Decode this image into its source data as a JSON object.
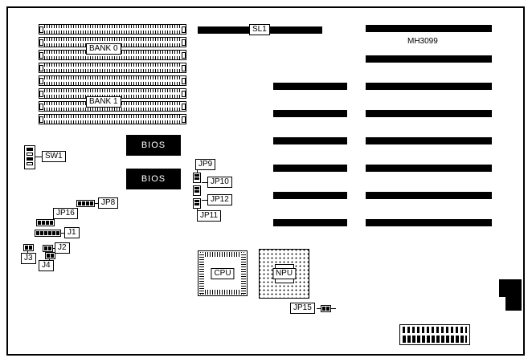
{
  "diagram": {
    "model": "MH3099",
    "labels": {
      "bank0": "BANK 0",
      "bank1": "BANK 1",
      "sl1": "SL1",
      "bios1": "BIOS",
      "bios2": "BIOS",
      "sw1": "SW1",
      "jp9": "JP9",
      "jp10": "JP10",
      "jp12": "JP12",
      "jp11": "JP11",
      "jp8": "JP8",
      "jp16": "JP16",
      "j1": "J1",
      "j2": "J2",
      "j3": "J3",
      "j4": "J4",
      "cpu": "CPU",
      "npu": "NPU",
      "jp15": "JP15"
    },
    "counts": {
      "memory_rows": 8,
      "long_slots_lower": 7,
      "short_slots": 6
    },
    "colors": {
      "ink": "#000000",
      "background": "#ffffff"
    }
  }
}
